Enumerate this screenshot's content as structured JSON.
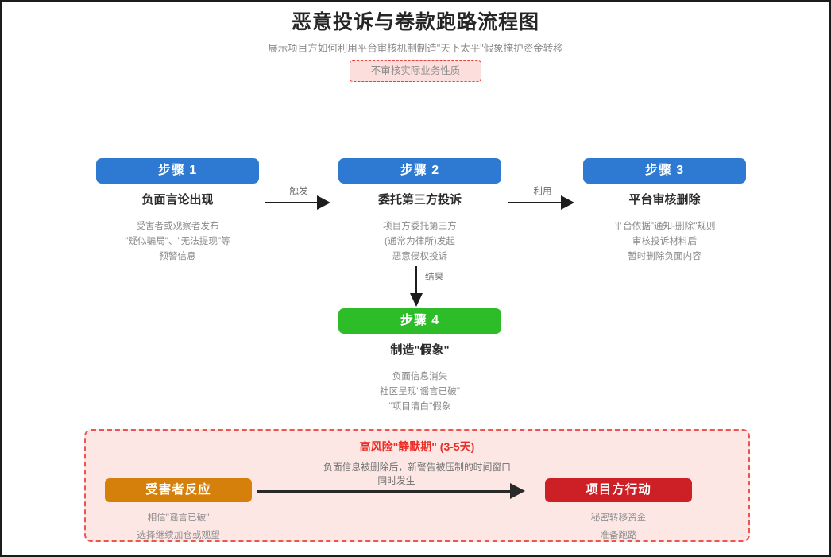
{
  "header": {
    "title": "恶意投诉与卷款跑路流程图",
    "subtitle": "展示项目方如何利用平台审核机制制造\"天下太平\"假象掩护资金转移",
    "annotation": "不审核实际业务性质"
  },
  "colors": {
    "step_blue": "#2e7ad2",
    "step_green": "#2cbd29",
    "actor_orange": "#d4800a",
    "actor_red": "#cc1f26",
    "risk_bg": "#fce7e5",
    "risk_border": "#ef5350",
    "risk_title": "#eb2b24",
    "arrow": "#1d1d1d"
  },
  "steps": [
    {
      "badge": "步骤 1",
      "name": "负面言论出现",
      "desc": "受害者或观察者发布\n\"疑似骗局\"、\"无法提现\"等\n预警信息",
      "color": "blue"
    },
    {
      "badge": "步骤 2",
      "name": "委托第三方投诉",
      "desc": "项目方委托第三方\n(通常为律所)发起\n恶意侵权投诉",
      "color": "blue"
    },
    {
      "badge": "步骤 3",
      "name": "平台审核删除",
      "desc": "平台依据\"通知-删除\"规则\n审核投诉材料后\n暂时删除负面内容",
      "color": "blue"
    },
    {
      "badge": "步骤 4",
      "name": "制造\"假象\"",
      "desc": "负面信息消失\n社区呈现\"谣言已破\"\n\"项目清白\"假象",
      "color": "green"
    }
  ],
  "arrows": {
    "step1_to_step2": "触发",
    "step2_to_step3": "利用",
    "step2_to_step4": "结果",
    "actor_left_to_right": "同时发生"
  },
  "risk": {
    "title": "高风险\"静默期\" (3-5天)",
    "subtitle": "负面信息被删除后，新警告被压制的时间窗口",
    "actors": [
      {
        "badge": "受害者反应",
        "desc": "相信\"谣言已破\"\n选择继续加仓或观望",
        "color": "orange"
      },
      {
        "badge": "项目方行动",
        "desc": "秘密转移资金\n准备跑路",
        "color": "red"
      }
    ]
  }
}
